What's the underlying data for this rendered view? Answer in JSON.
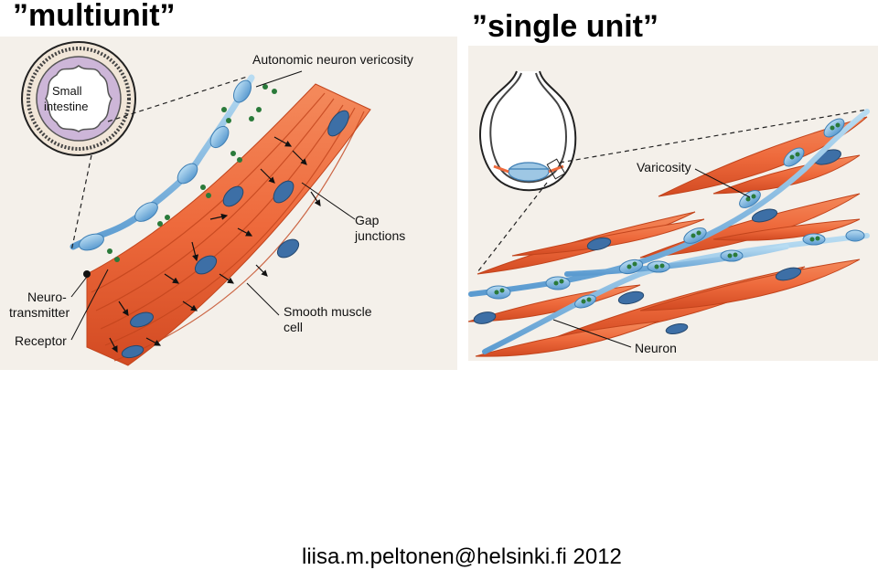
{
  "titles": {
    "left": "”multiunit”",
    "right": "”single unit”"
  },
  "left_panel": {
    "inset_label_line1": "Small",
    "inset_label_line2": "intestine",
    "label_autonomic": "Autonomic neuron vericosity",
    "label_gap_line1": "Gap",
    "label_gap_line2": "junctions",
    "label_neuro_line1": "Neuro-",
    "label_neuro_line2": "transmitter",
    "label_receptor": "Receptor",
    "label_smooth_line1": "Smooth muscle",
    "label_smooth_line2": "cell"
  },
  "right_panel": {
    "label_varicosity": "Varicosity",
    "label_neuron": "Neuron"
  },
  "footer": {
    "credit": "liisa.m.peltonen@helsinki.fi 2012"
  },
  "colors": {
    "muscle": "#ee6a3c",
    "muscle_dark": "#d24a22",
    "nucleus": "#3d6fa6",
    "neuron": "#8fc3e6",
    "neuron_dark": "#4d8fc4",
    "vesicle": "#2a7a3a",
    "background_panel": "#f4f0ea"
  }
}
